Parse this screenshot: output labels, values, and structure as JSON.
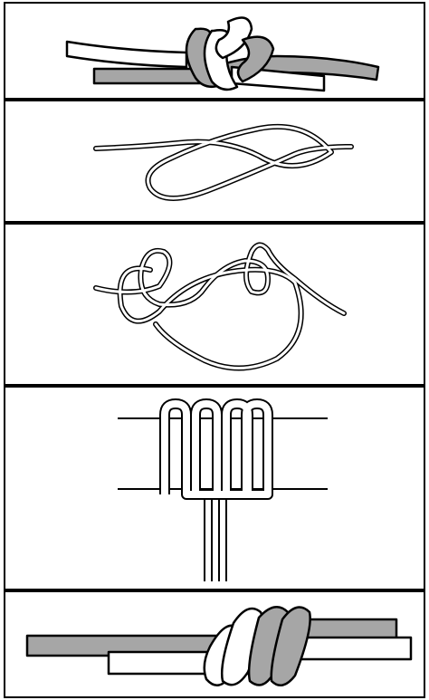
{
  "figure": {
    "panels": [
      {
        "id": "panel-1",
        "knot": "knot-illustration-1"
      },
      {
        "id": "panel-2",
        "knot": "knot-illustration-2"
      },
      {
        "id": "panel-3",
        "knot": "knot-illustration-3"
      },
      {
        "id": "panel-4",
        "knot": "knot-illustration-4"
      },
      {
        "id": "panel-5",
        "knot": "knot-illustration-5"
      }
    ],
    "colors": {
      "outline": "#000000",
      "rope_white": "#ffffff",
      "rope_gray": "#a6a6a6"
    }
  }
}
